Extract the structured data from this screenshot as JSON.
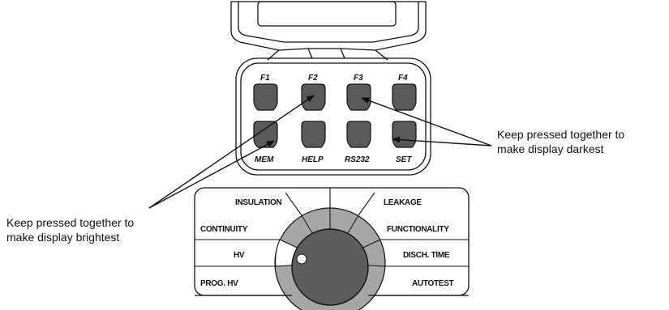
{
  "keypad": {
    "top_labels": [
      "F1",
      "F2",
      "F3",
      "F4"
    ],
    "bottom_labels": [
      "MEM",
      "HELP",
      "RS232",
      "SET"
    ]
  },
  "selector": {
    "left": [
      "INSULATION",
      "CONTINUITY",
      "HV",
      "PROG. HV"
    ],
    "right": [
      "LEAKAGE",
      "FUNCTIONALITY",
      "DISCH. TIME",
      "AUTOTEST"
    ]
  },
  "annotations": {
    "darkest_line1": "Keep pressed together to",
    "darkest_line2": "make display darkest",
    "brightest_line1": "Keep pressed  together to",
    "brightest_line2": "make display brightest"
  },
  "colors": {
    "button_fill": "#5a5a5a",
    "knob_fill": "#5c5c5c",
    "ring_fill": "#a6a6a6",
    "outline": "#111111"
  }
}
